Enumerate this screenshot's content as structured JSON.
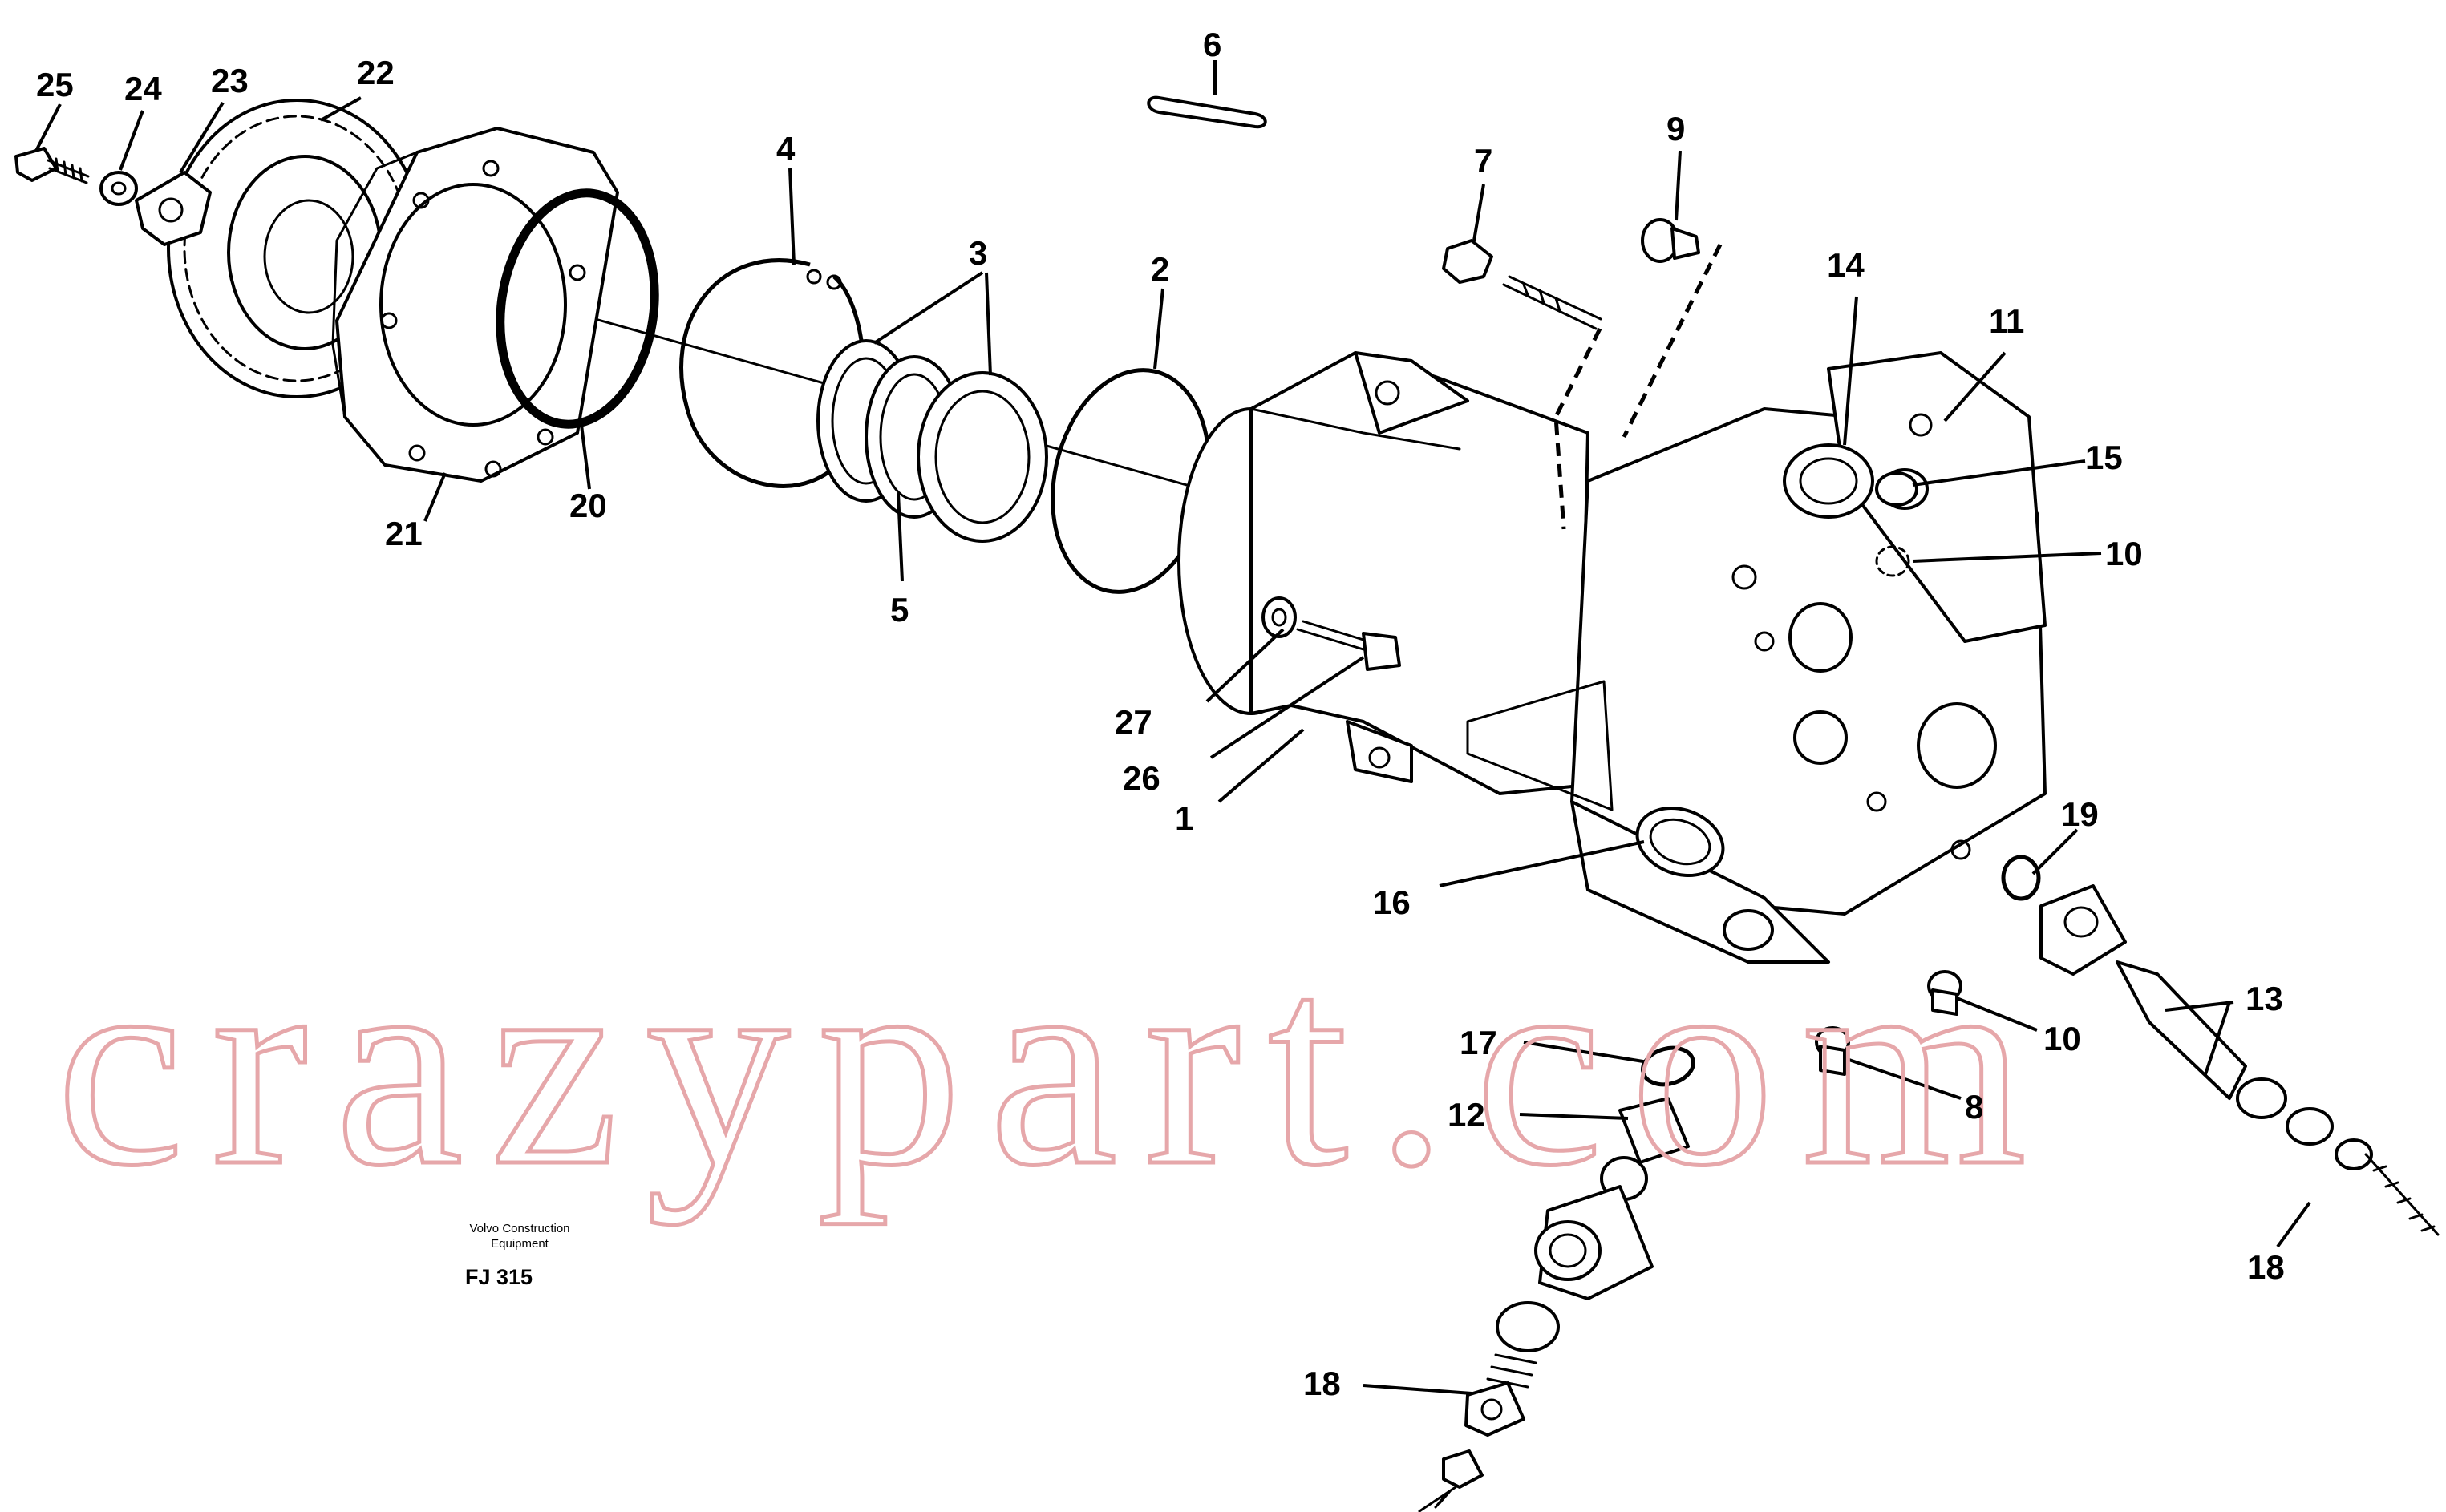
{
  "watermark": "crazypart.com",
  "footer": {
    "company_line1": "Volvo Construction",
    "company_line2": "Equipment",
    "code": "FJ 315"
  },
  "part_labels": {
    "p1": "1",
    "p2": "2",
    "p3": "3",
    "p4": "4",
    "p5": "5",
    "p6": "6",
    "p7": "7",
    "p8": "8",
    "p9": "9",
    "p10a": "10",
    "p10b": "10",
    "p11": "11",
    "p12": "12",
    "p13": "13",
    "p14": "14",
    "p15": "15",
    "p16": "16",
    "p17": "17",
    "p18a": "18",
    "p18b": "18",
    "p19": "19",
    "p20": "20",
    "p21": "21",
    "p22": "22",
    "p23": "23",
    "p24": "24",
    "p25": "25",
    "p26": "26",
    "p27": "27"
  }
}
